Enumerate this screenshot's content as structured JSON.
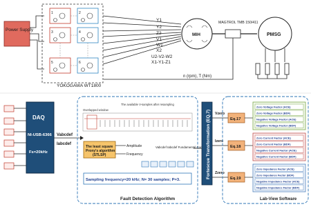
{
  "colors": {
    "power_supply_fill": "#e06a5e",
    "daq_fill": "#1f4e79",
    "fortescue_fill": "#1f4e79",
    "eq_fill": "#f2b27a",
    "lsp_fill": "#f6c46b",
    "voltage_block_border": "#7aa84a",
    "current_block_border": "#c0504d",
    "impedance_block_border": "#4f81bd",
    "section_border": "#2e75b6"
  },
  "top": {
    "power_supply": "Power Supply",
    "meter_label": "YOKOGAWA WT1800",
    "voltage_lines": [
      "Y1",
      "Y2",
      "Z2",
      "V1",
      "W1",
      "X2",
      "U2-V2-W2",
      "X1-Y1-Z1"
    ],
    "motor_label": "MIH",
    "torque_meter": "MAGTROL TMB 150/411",
    "generator_label": "PMSG",
    "speed_torque": "n (rpm), T (Nm)"
  },
  "bottom": {
    "daq_title": "DAQ",
    "daq_model": "NI-USB-6366",
    "daq_rate": "Fs=20kHz",
    "v_in": "Vabcdef",
    "i_in": "Iabcdef",
    "overlapped_window": "Overlapped window",
    "available_samples": "The available V-samples after resampling",
    "lsp_title": "The least square Prony's algorithm (STLSP)",
    "amplitude": "Amplitude",
    "frequency": "Frequency",
    "fundamental": "Vabcdef Iabcdef Fundamental Component",
    "sampling": "Sampling frequency=20 kHz; N= 30 samples; P=3.",
    "fault_detection": "Fault Detection Algorithm",
    "fortescue": "Fortescue Transformation (EQ.7)",
    "v_zero": "Vzero",
    "i_zero": "Izero",
    "z_zero": "Zzero",
    "eq17": "Eq.17",
    "eq18": "Eq.18",
    "eq19": "Eq.19",
    "labview": "Lab-View Software"
  },
  "voltage_factors": [
    "Zero Voltage Factor (ACE)",
    "Zero Voltage Factor (BDF)",
    "Negative Voltage Factor (ACE)",
    "Negative Voltage Factor (BDF)"
  ],
  "current_factors": [
    "Zero Current Factor (ACE)",
    "Zero Current Factor (BDF)",
    "Negative Current Factor (ACE)",
    "Negative Current Factor (BDF)"
  ],
  "impedance_factors": [
    "Zero Impedance Factor (ACE)",
    "Zero Impedance Factor (BDF)",
    "Negative Impedance Factor (ACE)",
    "Negative Impedance Factor (BDF)"
  ],
  "meter_channels": [
    "1",
    "2",
    "3",
    "4",
    "5",
    "6"
  ]
}
